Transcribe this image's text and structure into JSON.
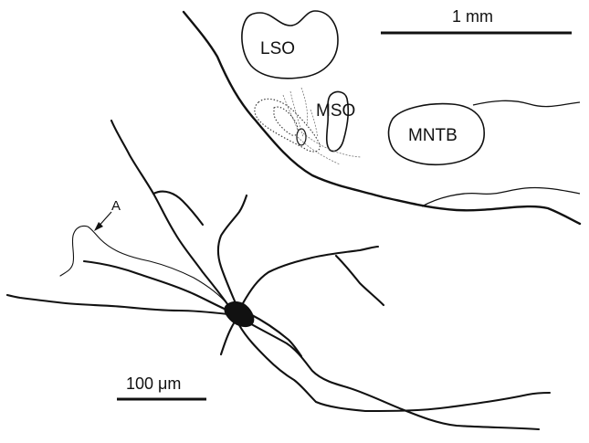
{
  "nuclei": [
    {
      "id": "lso",
      "label": "LSO"
    },
    {
      "id": "mso",
      "label": "MSO"
    },
    {
      "id": "mntb",
      "label": "MNTB"
    }
  ],
  "scale_bars": {
    "large": {
      "label": "1 mm"
    },
    "small": {
      "label": "100 μm"
    }
  },
  "annotations": {
    "pointer": {
      "label": "A"
    }
  },
  "colors": {
    "ink": "#111111",
    "background": "#ffffff"
  }
}
